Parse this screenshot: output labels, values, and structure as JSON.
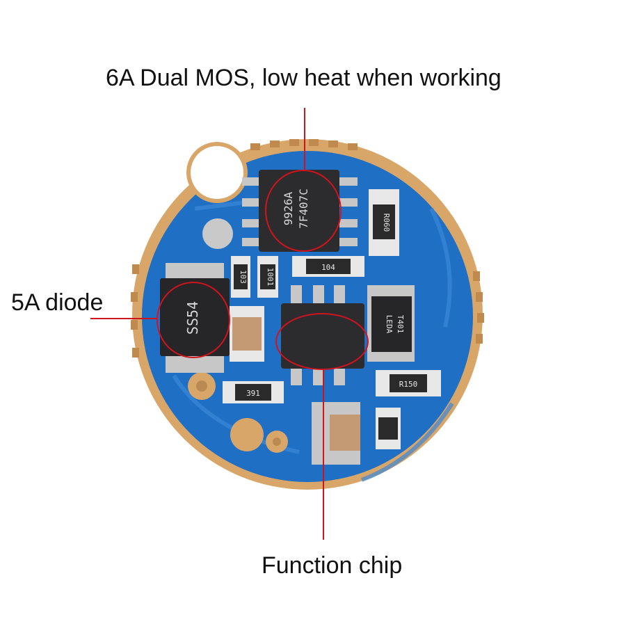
{
  "annotations": {
    "mos": "6A Dual MOS,  low heat when working",
    "diode": "5A diode",
    "chip": "Function chip"
  },
  "markings": {
    "mos_line1": "9926A",
    "mos_line2": "7F407C",
    "diode": "SS54",
    "r1": "R060",
    "r2": "391",
    "r3": "R150",
    "r4": "104",
    "r5": "103",
    "r6": "1001",
    "led_chip_line1": "LEDA",
    "led_chip_line2": "T401"
  },
  "colors": {
    "board": "#1f6fc4",
    "pad": "#d9a66a",
    "highlight": "#d0141e"
  }
}
